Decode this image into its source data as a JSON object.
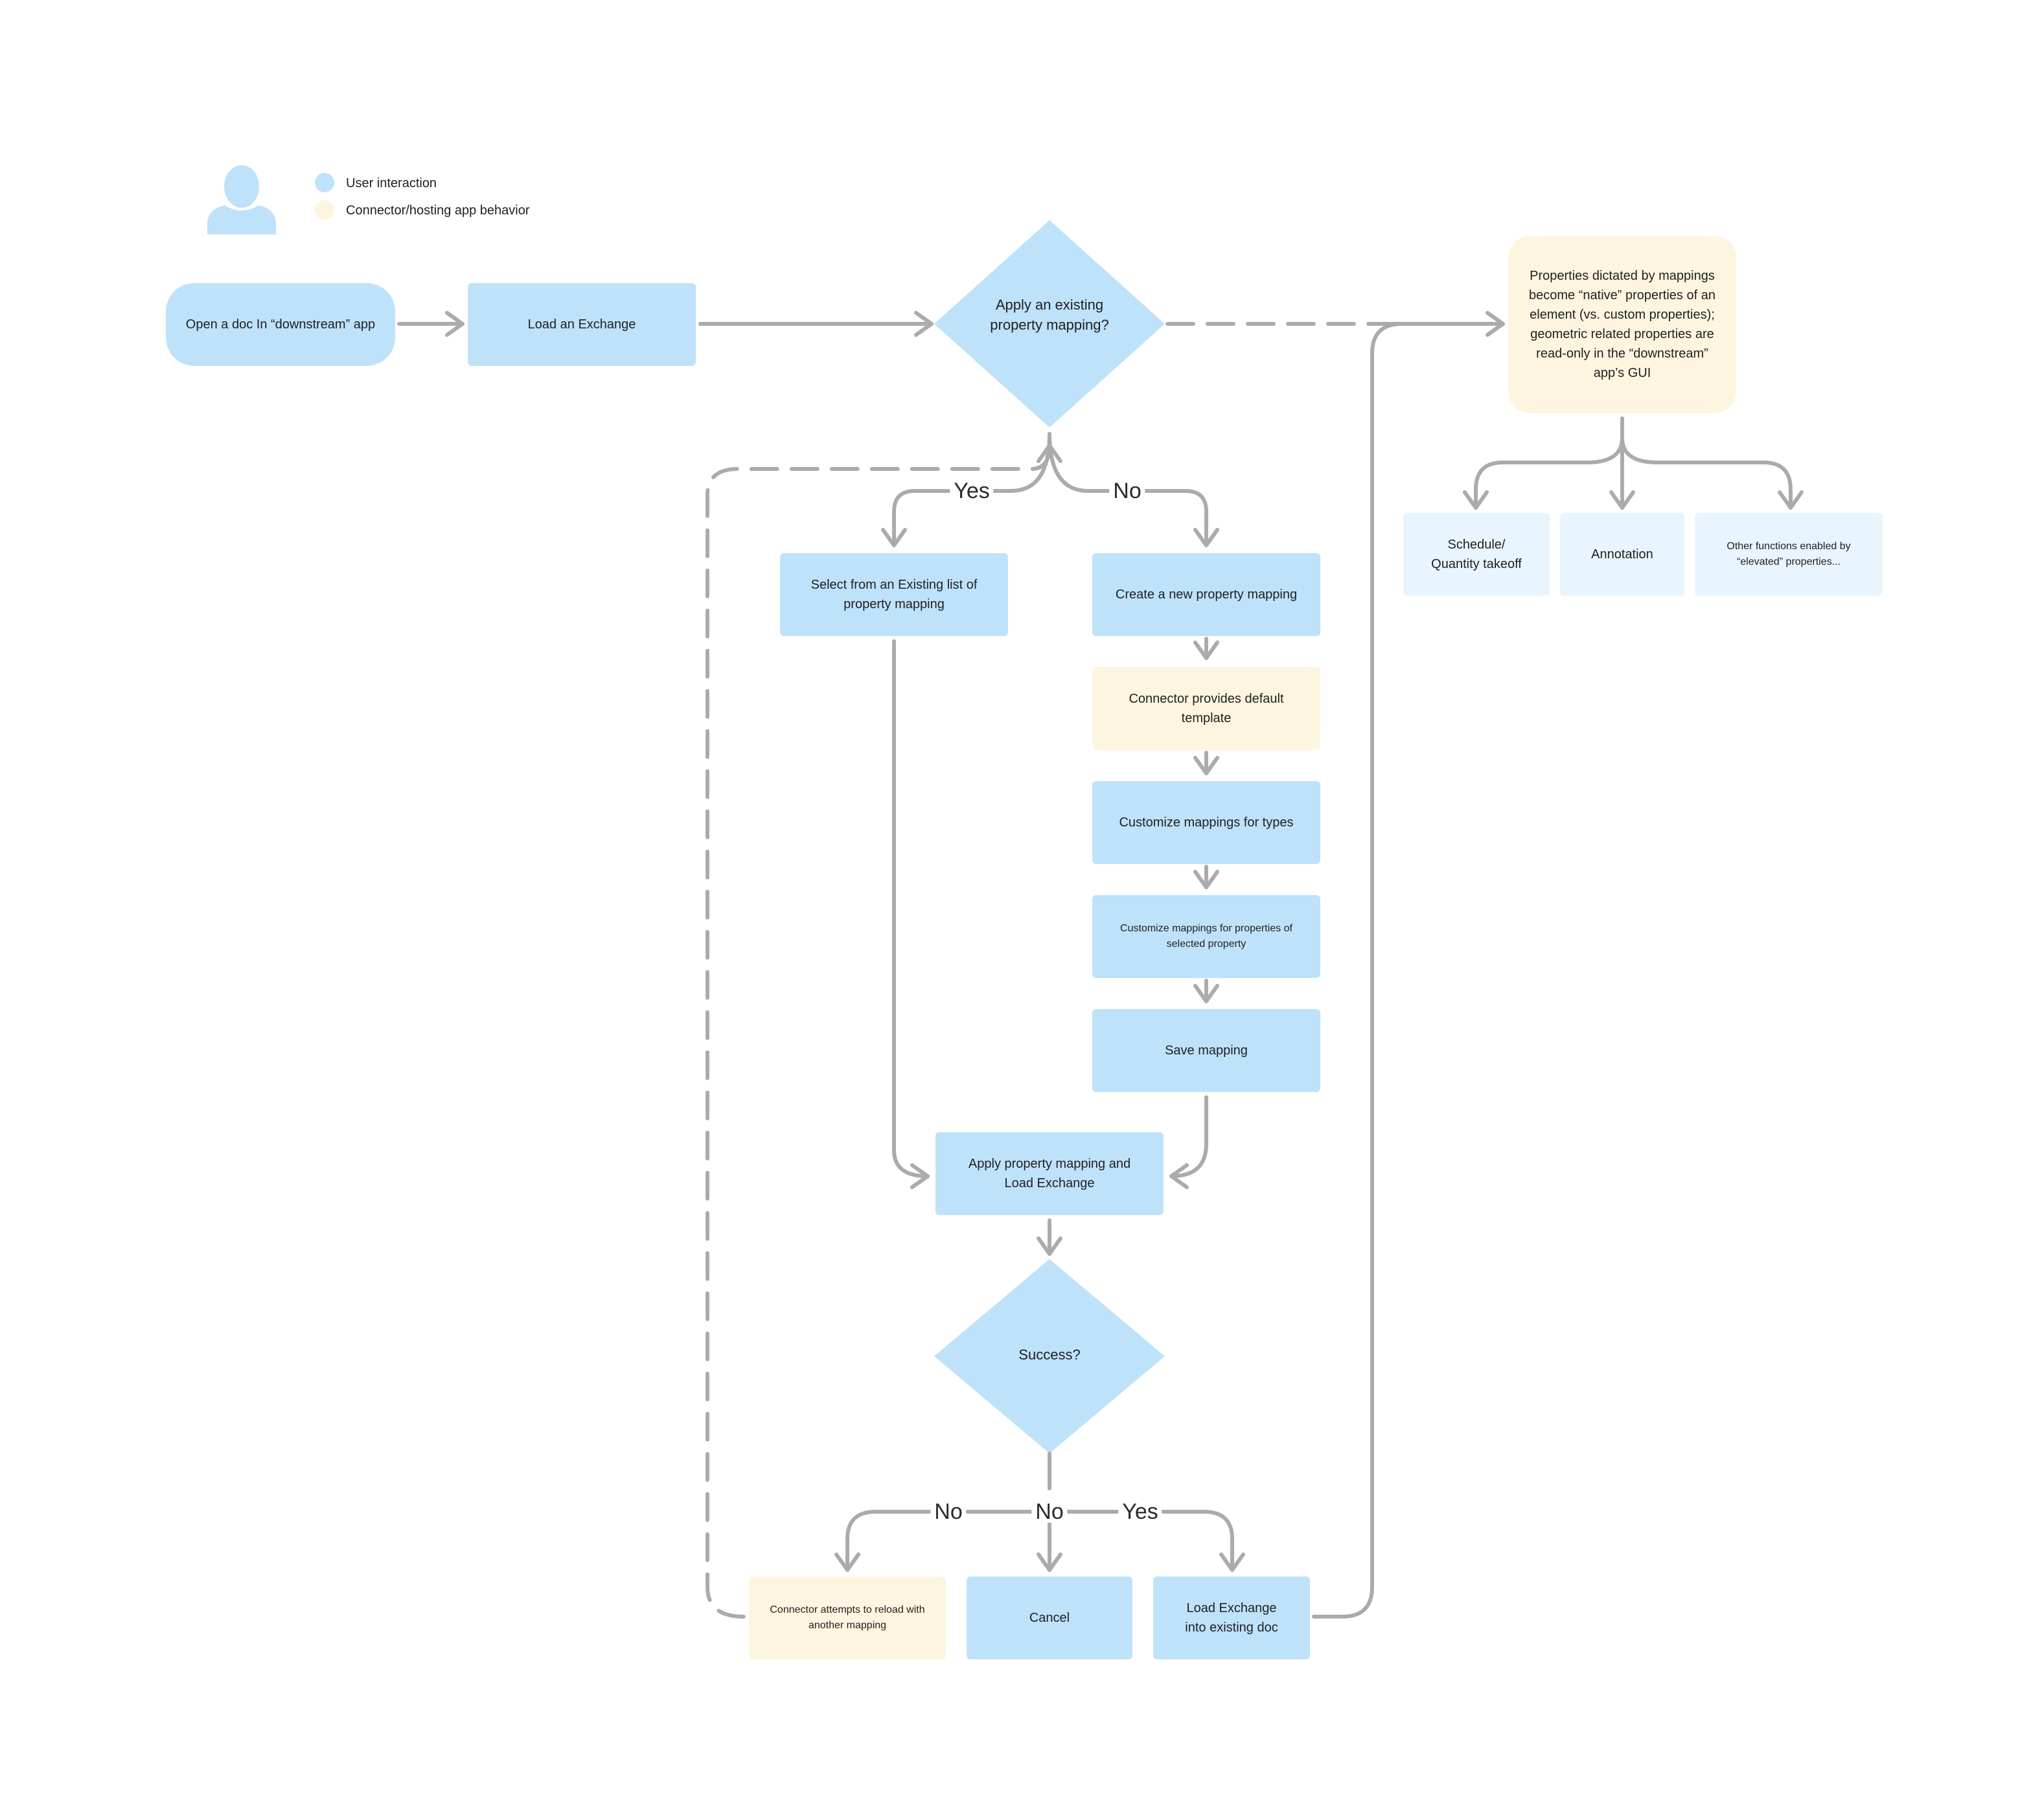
{
  "legend": {
    "icon": "person-icon",
    "items": [
      {
        "label": "User interaction",
        "color": "#bfe2fb"
      },
      {
        "label": "Connector/hosting app behavior",
        "color": "#fdf5e0"
      }
    ]
  },
  "nodes": {
    "open_doc": "Open a doc In “downstream” app",
    "load_exchange": "Load an Exchange",
    "apply_existing": "Apply an existing property mapping?",
    "properties_native": "Properties dictated by mappings become “native” properties of an element (vs. custom properties); geometric related properties are read-only in the “downstream” app’s GUI",
    "schedule": "Schedule/ Quantity takeoff",
    "annotation": "Annotation",
    "other_functions": "Other functions enabled by “elevated” properties...",
    "select_existing": "Select from an Existing list of property mapping",
    "create_new": "Create a new property mapping",
    "default_template": "Connector provides default template",
    "customize_types": "Customize mappings for types",
    "customize_properties": "Customize mappings for properties of selected property",
    "save_mapping": "Save mapping",
    "apply_load": "Apply property mapping and Load Exchange",
    "success": "Success?",
    "reload_attempt": "Connector attempts to reload with another mapping",
    "cancel": "Cancel",
    "load_existing_doc": "Load Exchange into existing doc"
  },
  "edge_labels": {
    "yes_top": "Yes",
    "no_top": "No",
    "no_left": "No",
    "no_mid": "No",
    "yes_bottom": "Yes"
  },
  "colors": {
    "user_interaction": "#bfe2fb",
    "connector_behavior": "#fdf5e0",
    "downstream_function": "#e9f5fe",
    "connector_line": "#ababab"
  }
}
